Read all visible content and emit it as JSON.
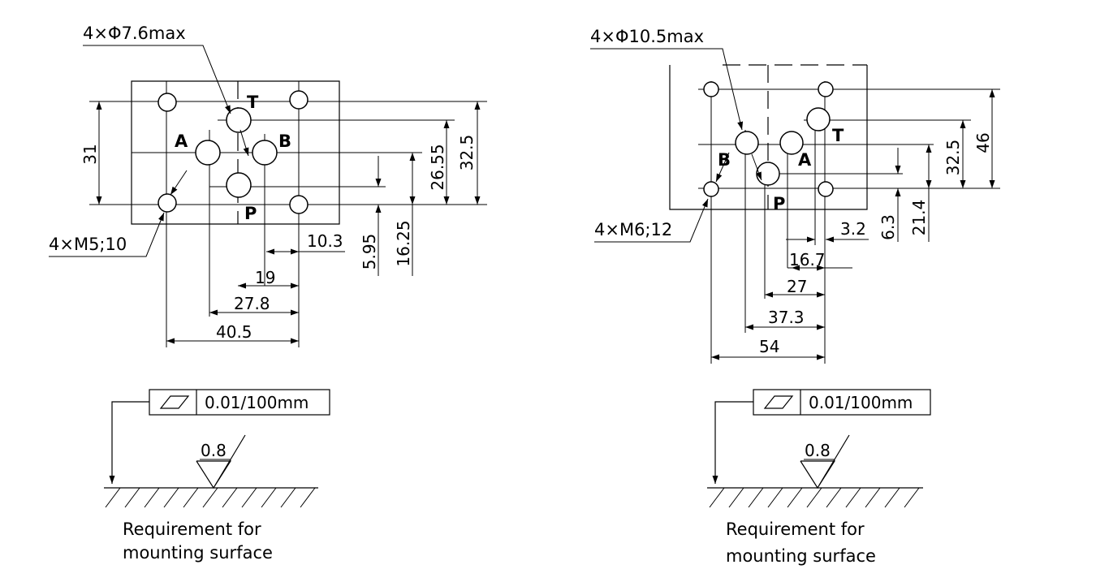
{
  "left": {
    "big_hole_callout": "4×Φ7.6max",
    "thread_callout": "4×M5;10",
    "ports": {
      "t": "T",
      "a": "A",
      "b": "B",
      "p": "P"
    },
    "dims": {
      "d31": "31",
      "d32_5": "32.5",
      "d26_55": "26.55",
      "d5_95": "5.95",
      "d16_25": "16.25",
      "d10_3": "10.3",
      "d19": "19",
      "d27_8": "27.8",
      "d40_5": "40.5"
    },
    "flatness": "0.01/100mm",
    "roughness": "0.8",
    "caption_line1": "Requirement for",
    "caption_line2": "mounting surface"
  },
  "right": {
    "big_hole_callout": "4×Φ10.5max",
    "thread_callout": "4×M6;12",
    "ports": {
      "t": "T",
      "a": "A",
      "b": "B",
      "p": "P"
    },
    "dims": {
      "d46": "46",
      "d32_5": "32.5",
      "d6_3": "6.3",
      "d21_4": "21.4",
      "d3_2": "3.2",
      "d16_7": "16.7",
      "d27": "27",
      "d37_3": "37.3",
      "d54": "54"
    },
    "flatness": "0.01/100mm",
    "roughness": "0.8",
    "caption_line1": "Requirement for",
    "caption_line2": "mounting surface"
  }
}
